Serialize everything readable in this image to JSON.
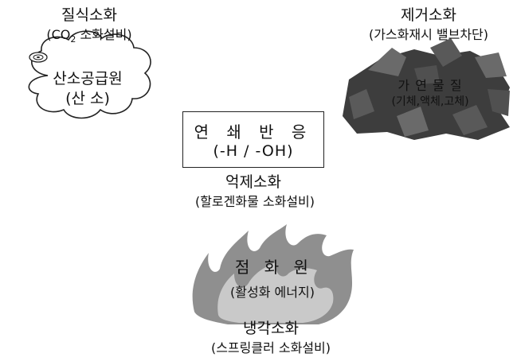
{
  "colors": {
    "ink": "#111111",
    "fire_gray": "#8f8f8f",
    "fire_light": "#c9c9c9",
    "fuel_dark": "#3d3d3d",
    "fuel_mid": "#6a6a6a"
  },
  "suffocation": {
    "title": "질식소화",
    "sub_prefix": "(CO",
    "sub_subscript": "2",
    "sub_suffix": " 소화설비)",
    "cloud_line1": "산소공급원",
    "cloud_line2": "(산 소)"
  },
  "removal": {
    "title": "제거소화",
    "sub": "(가스화재시 밸브차단)",
    "center_line1": "가 연 물 질",
    "center_line2": "(기체,액체,고체)"
  },
  "chain": {
    "line1": "연 쇄 반 응",
    "line2": "(-H / -OH)",
    "title": "억제소화",
    "sub": "(할로겐화물 소화설비)"
  },
  "cooling": {
    "center_line1": "점 화 원",
    "center_line2": "(활성화 에너지)",
    "title": "냉각소화",
    "sub": "(스프링클러 소화설비)"
  }
}
